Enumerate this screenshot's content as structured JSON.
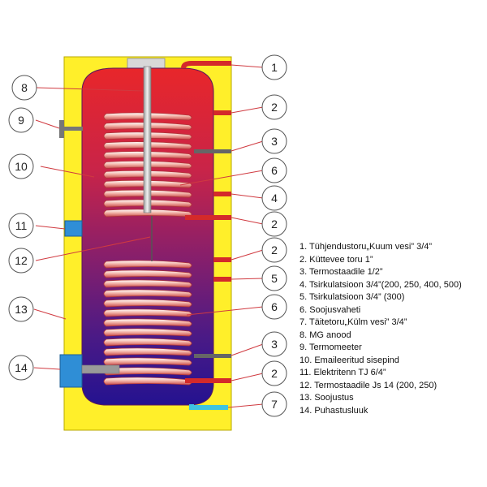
{
  "callouts": [
    {
      "num": "1"
    },
    {
      "num": "2"
    },
    {
      "num": "3"
    },
    {
      "num": "6"
    },
    {
      "num": "4"
    },
    {
      "num": "2"
    },
    {
      "num": "2"
    },
    {
      "num": "5"
    },
    {
      "num": "6"
    },
    {
      "num": "3"
    },
    {
      "num": "2"
    },
    {
      "num": "7"
    },
    {
      "num": "8"
    },
    {
      "num": "9"
    },
    {
      "num": "10"
    },
    {
      "num": "11"
    },
    {
      "num": "12"
    },
    {
      "num": "13"
    },
    {
      "num": "14"
    }
  ],
  "legend": [
    "1. Tühjendustoru„Kuum vesi” 3/4”",
    "2. Küttevee toru 1”",
    "3. Termostaadile 1/2”",
    "4. Tsirkulatsioon 3/4”(200, 250, 400, 500)",
    "5. Tsirkulatsioon 3/4” (300)",
    "6. Soojusvaheti",
    "7. Täitetoru„Külm vesi” 3/4”",
    "8. MG anood",
    "9. Termomeeter",
    "10. Emaileeritud sisepind",
    "11. Elektritenn TJ 6/4”",
    "12. Termostaadile Js 14 (200, 250)",
    "13. Soojustus",
    "14. Puhastusluuk"
  ],
  "colors": {
    "insulation": "#ffef2a",
    "tank_top": "#e8262a",
    "tank_bottom": "#2a1590",
    "pipe": "#d42a2a",
    "blue_part": "#2f8ed6",
    "cold_inlet": "#3fc4df",
    "callout_line": "#d03a40"
  }
}
